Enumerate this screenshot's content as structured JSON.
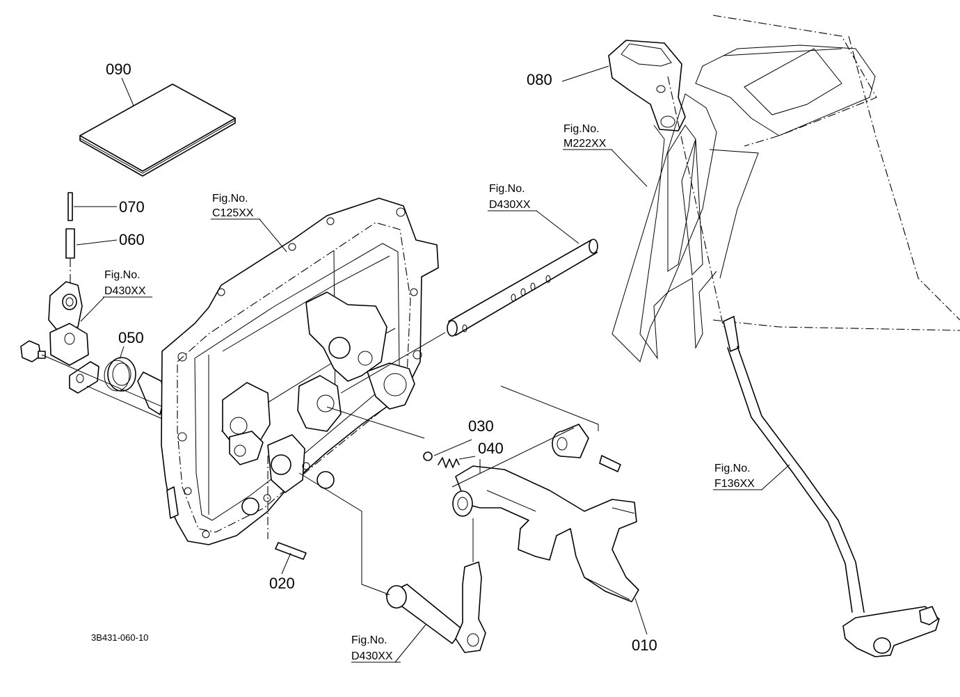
{
  "diagram_code": "3B431-060-10",
  "fig_no_label": "Fig.No.",
  "parts": [
    {
      "id": "p010",
      "number": "010"
    },
    {
      "id": "p020",
      "number": "020"
    },
    {
      "id": "p030",
      "number": "030"
    },
    {
      "id": "p040",
      "number": "040"
    },
    {
      "id": "p050",
      "number": "050"
    },
    {
      "id": "p060",
      "number": "060"
    },
    {
      "id": "p070",
      "number": "070"
    },
    {
      "id": "p080",
      "number": "080"
    },
    {
      "id": "p090",
      "number": "090"
    }
  ],
  "figure_refs": [
    {
      "id": "r1",
      "code": "C125XX"
    },
    {
      "id": "r2",
      "code": "D430XX"
    },
    {
      "id": "r3",
      "code": "D430XX"
    },
    {
      "id": "r4",
      "code": "M222XX"
    },
    {
      "id": "r5",
      "code": "F136XX"
    },
    {
      "id": "r6",
      "code": "D430XX"
    }
  ]
}
